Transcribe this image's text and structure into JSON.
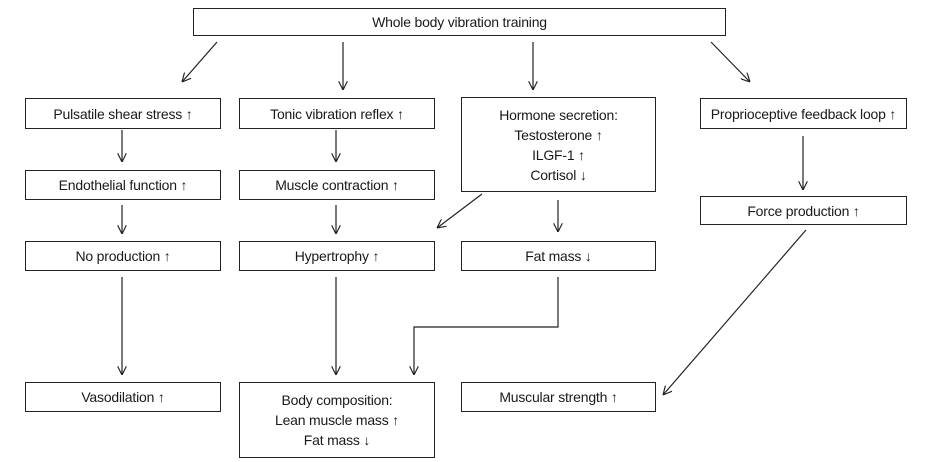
{
  "nodes": {
    "root": {
      "lines": [
        "Whole body vibration training"
      ]
    },
    "shear": {
      "lines": [
        "Pulsatile shear stress ↑"
      ]
    },
    "tonic": {
      "lines": [
        "Tonic vibration reflex ↑"
      ]
    },
    "hormone": {
      "lines": [
        "Hormone secretion:",
        "Testosterone ↑",
        "ILGF-1 ↑",
        "Cortisol ↓"
      ]
    },
    "proprio": {
      "lines": [
        "Proprioceptive feedback loop ↑"
      ]
    },
    "endo": {
      "lines": [
        "Endothelial function ↑"
      ]
    },
    "muscle": {
      "lines": [
        "Muscle contraction ↑"
      ]
    },
    "force": {
      "lines": [
        "Force production ↑"
      ]
    },
    "no": {
      "lines": [
        "No production ↑"
      ]
    },
    "hyper": {
      "lines": [
        "Hypertrophy ↑"
      ]
    },
    "fat": {
      "lines": [
        "Fat mass ↓"
      ]
    },
    "vaso": {
      "lines": [
        "Vasodilation ↑"
      ]
    },
    "body": {
      "lines": [
        "Body composition:",
        "Lean muscle mass ↑",
        "Fat mass ↓"
      ]
    },
    "strength": {
      "lines": [
        "Muscular strength ↑"
      ]
    }
  },
  "edges": [
    {
      "from": "root",
      "to": "shear"
    },
    {
      "from": "root",
      "to": "tonic"
    },
    {
      "from": "root",
      "to": "hormone"
    },
    {
      "from": "root",
      "to": "proprio"
    },
    {
      "from": "shear",
      "to": "endo"
    },
    {
      "from": "endo",
      "to": "no"
    },
    {
      "from": "no",
      "to": "vaso"
    },
    {
      "from": "tonic",
      "to": "muscle"
    },
    {
      "from": "muscle",
      "to": "hyper"
    },
    {
      "from": "hyper",
      "to": "body"
    },
    {
      "from": "hormone",
      "to": "hyper"
    },
    {
      "from": "hormone",
      "to": "fat"
    },
    {
      "from": "fat",
      "to": "body"
    },
    {
      "from": "proprio",
      "to": "force"
    },
    {
      "from": "force",
      "to": "strength"
    }
  ]
}
